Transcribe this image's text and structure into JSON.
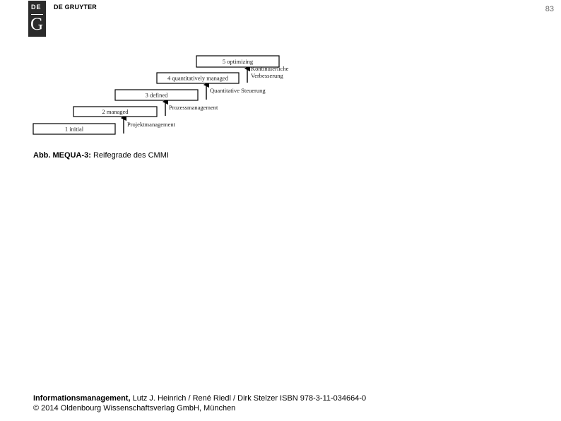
{
  "header": {
    "logo_top": "DE",
    "logo_bottom": "G",
    "publisher": "DE GRUYTER",
    "page_number": "83"
  },
  "diagram": {
    "levels": [
      {
        "label": "1 initial",
        "annotation": [
          "Projektmanagement"
        ]
      },
      {
        "label": "2 managed",
        "annotation": [
          "Prozessmanagement"
        ]
      },
      {
        "label": "3 defined",
        "annotation": [
          "Quantitative Steuerung"
        ]
      },
      {
        "label": "4 quantitatively managed",
        "annotation": [
          "Kontinuierliche",
          "Verbesserung"
        ]
      },
      {
        "label": "5 optimizing",
        "annotation": []
      }
    ]
  },
  "caption": {
    "prefix": "Abb. MEQUA-3:",
    "text": " Reifegrade des CMMI"
  },
  "footer": {
    "title": "Informationsmanagement,",
    "authors": " Lutz J. Heinrich / René Riedl / Dirk Stelzer ISBN 978-3-11-034664-0",
    "copyright": "© 2014 Oldenbourg Wissenschaftsverlag GmbH, München"
  }
}
